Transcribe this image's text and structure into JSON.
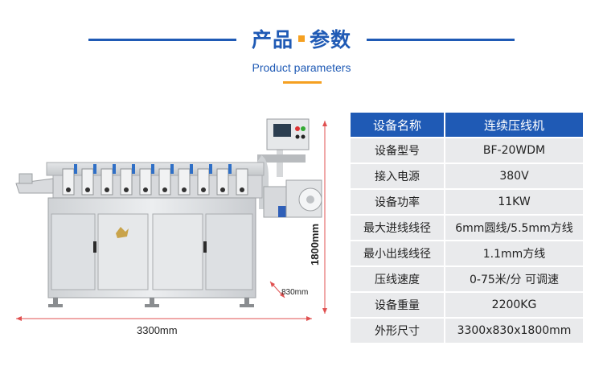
{
  "header": {
    "title_part1": "产品",
    "title_part2": "参数",
    "subtitle": "Product parameters"
  },
  "dimensions": {
    "width": "3300mm",
    "height": "1800mm",
    "depth": "830mm"
  },
  "colors": {
    "accent_blue": "#1f5ab5",
    "accent_orange": "#f5a021",
    "cell_gray": "#e9eaec",
    "dimension_red": "#e05050"
  },
  "spec_table": {
    "header": {
      "key": "设备名称",
      "value": "连续压线机"
    },
    "rows": [
      {
        "key": "设备型号",
        "value": "BF-20WDM"
      },
      {
        "key": "接入电源",
        "value": "380V"
      },
      {
        "key": "设备功率",
        "value": "11KW"
      },
      {
        "key": "最大进线线径",
        "value": "6mm圆线/5.5mm方线"
      },
      {
        "key": "最小出线线径",
        "value": "1.1mm方线"
      },
      {
        "key": "压线速度",
        "value": "0-75米/分 可调速"
      },
      {
        "key": "设备重量",
        "value": "2200KG"
      },
      {
        "key": "外形尺寸",
        "value": "3300x830x1800mm"
      }
    ]
  }
}
